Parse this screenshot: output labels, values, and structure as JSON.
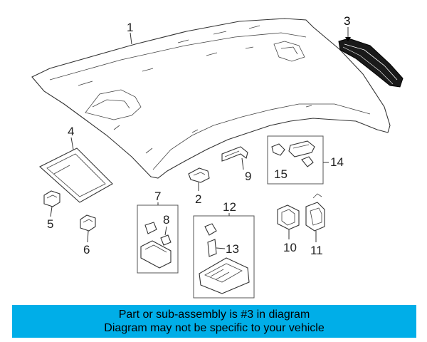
{
  "diagram": {
    "callouts": {
      "n1": "1",
      "n2": "2",
      "n3": "3",
      "n4": "4",
      "n5": "5",
      "n6": "6",
      "n7": "7",
      "n8": "8",
      "n9": "9",
      "n10": "10",
      "n11": "11",
      "n12": "12",
      "n13": "13",
      "n14": "14",
      "n15": "15"
    },
    "highlight_color": "#1a1a1a",
    "line_color": "#333333"
  },
  "banner": {
    "line1": "Part or sub-assembly is #3 in diagram",
    "line2": "Diagram may not be specific to your vehicle",
    "background": "#00aee8"
  }
}
